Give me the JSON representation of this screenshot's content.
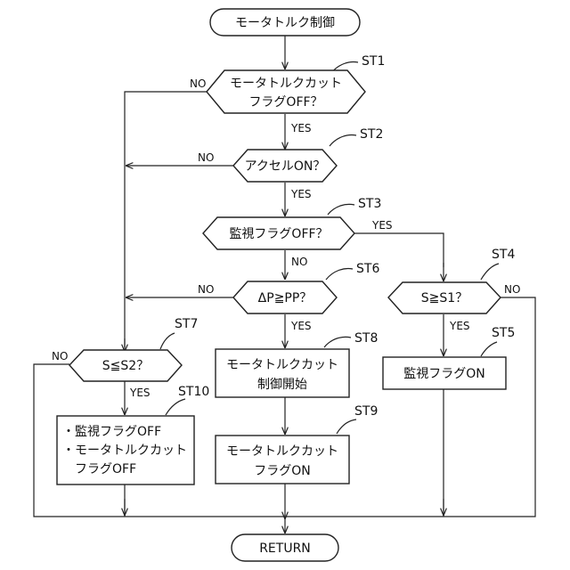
{
  "diagram": {
    "start": "モータトルク制御",
    "end": "RETURN",
    "steps": {
      "st1": {
        "label": "ST1",
        "line1": "モータトルクカット",
        "line2": "フラグOFF？"
      },
      "st2": {
        "label": "ST2",
        "text": "アクセルON？"
      },
      "st3": {
        "label": "ST3",
        "text": "監視フラグOFF？"
      },
      "st4": {
        "label": "ST4",
        "text": "S≧S1？"
      },
      "st5": {
        "label": "ST5",
        "text": "監視フラグON"
      },
      "st6": {
        "label": "ST6",
        "text": "ΔP≧PP？"
      },
      "st7": {
        "label": "ST7",
        "text": "S≦S2？"
      },
      "st8": {
        "label": "ST8",
        "line1": "モータトルクカット",
        "line2": "制御開始"
      },
      "st9": {
        "label": "ST9",
        "line1": "モータトルクカット",
        "line2": "フラグON"
      },
      "st10": {
        "label": "ST10",
        "line1": "・監視フラグOFF",
        "line2": "・モータトルクカット",
        "line3": "　フラグOFF"
      }
    },
    "edge_labels": {
      "st1_yes": "YES",
      "st1_no": "NO",
      "st2_yes": "YES",
      "st2_no": "NO",
      "st3_yes": "YES",
      "st3_no": "NO",
      "st4_yes": "YES",
      "st4_no": "NO",
      "st6_yes": "YES",
      "st6_no": "NO",
      "st7_yes": "YES",
      "st7_no": "NO"
    }
  }
}
